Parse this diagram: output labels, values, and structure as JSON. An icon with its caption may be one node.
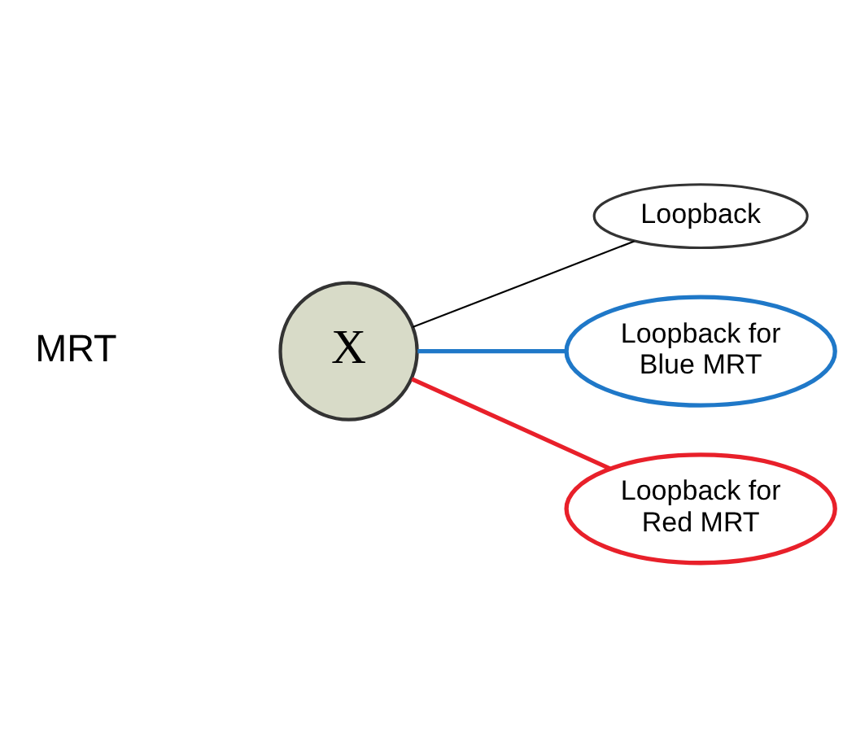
{
  "diagram": {
    "nodes": [
      {
        "text": [
          "X"
        ]
      },
      {
        "text": [
          "Loopback"
        ]
      },
      {
        "text": [
          "Loopback for Blue MRT"
        ]
      },
      {
        "text": [
          "Loopback for Red MRT"
        ]
      }
    ],
    "edges": [
      {
        "from": 0,
        "to": 1,
        "arrow": "none"
      },
      {
        "from": 0,
        "to": 2,
        "arrow": "none",
        "color": "#1f78c8"
      },
      {
        "from": 0,
        "to": 3,
        "arrow": "none",
        "color": "#e8202a"
      }
    ],
    "labels": [
      "MRT"
    ]
  }
}
